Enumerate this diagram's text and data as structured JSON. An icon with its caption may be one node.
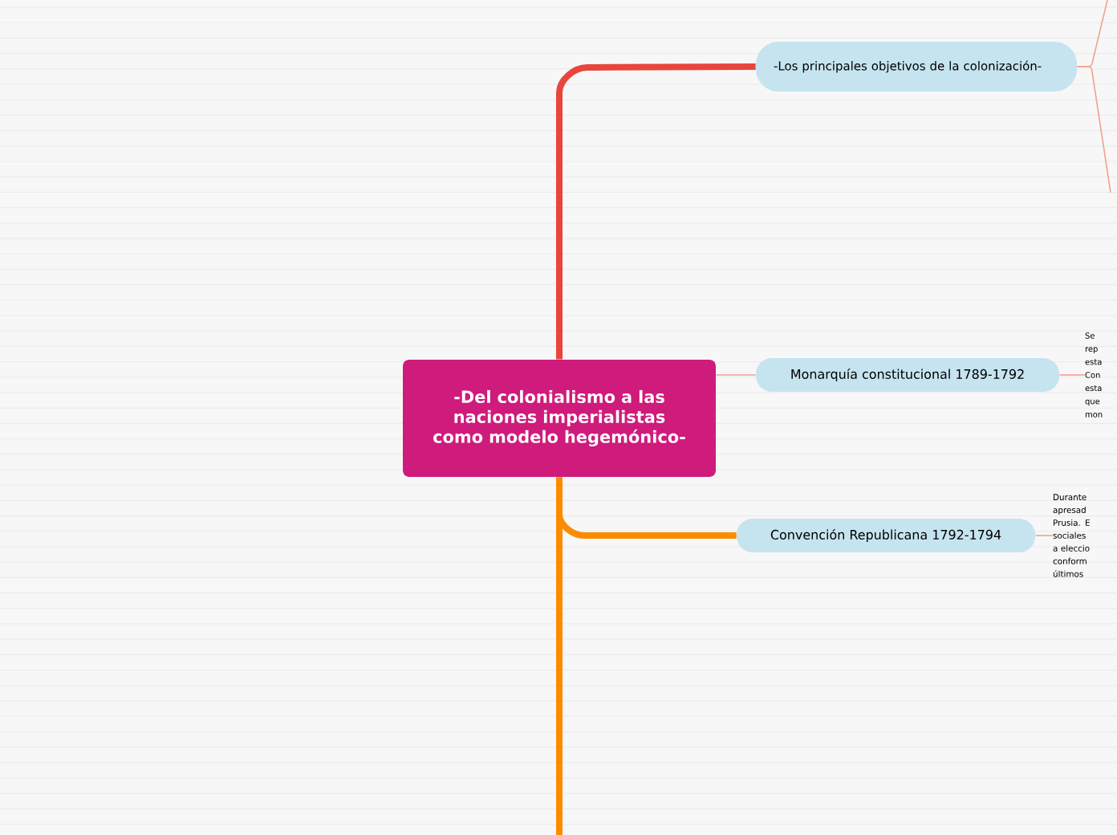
{
  "diagram": {
    "nodes": [
      {
        "text": [
          "-Del colonialismo a las naciones imperialistas como modelo hegemónico-"
        ]
      },
      {
        "text": [
          "-Los principales objetivos de la colonización-"
        ]
      },
      {
        "text": [
          "Monarquía constitucional 1789-1792"
        ]
      },
      {
        "text": [
          "Convención Republicana 1792-1794"
        ]
      },
      {
        "text": [
          "Se rep esta Con esta que mon"
        ]
      },
      {
        "text": [
          "Durante apresad Prusia. E sociales a eleccio conform últimos"
        ]
      }
    ],
    "edges": [
      {
        "from": 0,
        "to": 1,
        "arrow": "none",
        "style": "thick",
        "color": "#e8453c"
      },
      {
        "from": 0,
        "to": 2,
        "arrow": "none"
      },
      {
        "from": 0,
        "to": 3,
        "arrow": "none",
        "style": "thick",
        "color": "#fb8c00"
      },
      {
        "from": 0,
        "to": null,
        "arrow": "none",
        "style": "thick",
        "color": "#fb8c00"
      },
      {
        "from": 1,
        "to": null,
        "arrow": "none"
      },
      {
        "from": 1,
        "to": null,
        "arrow": "none"
      },
      {
        "from": 2,
        "to": 4,
        "arrow": "none"
      },
      {
        "from": 3,
        "to": 5,
        "arrow": "none"
      }
    ]
  }
}
